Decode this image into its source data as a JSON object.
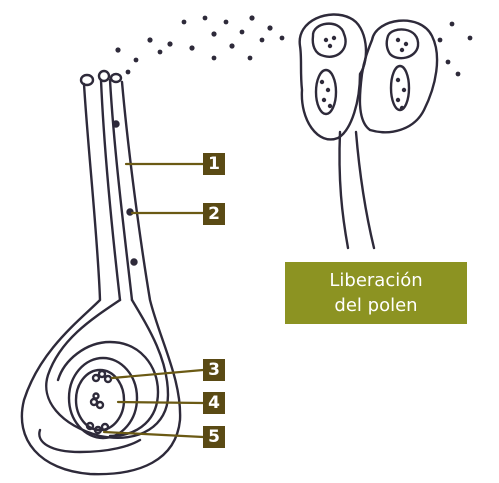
{
  "labels": {
    "l1": "1",
    "l2": "2",
    "l3": "3",
    "l4": "4",
    "l5": "5"
  },
  "caption": {
    "line1": "Liberación",
    "line2": "del polen"
  },
  "colors": {
    "label_box": "#5a4a14",
    "caption_box": "#8c9322",
    "ink": "#2e2a3a",
    "leader": "#6b5a14"
  }
}
